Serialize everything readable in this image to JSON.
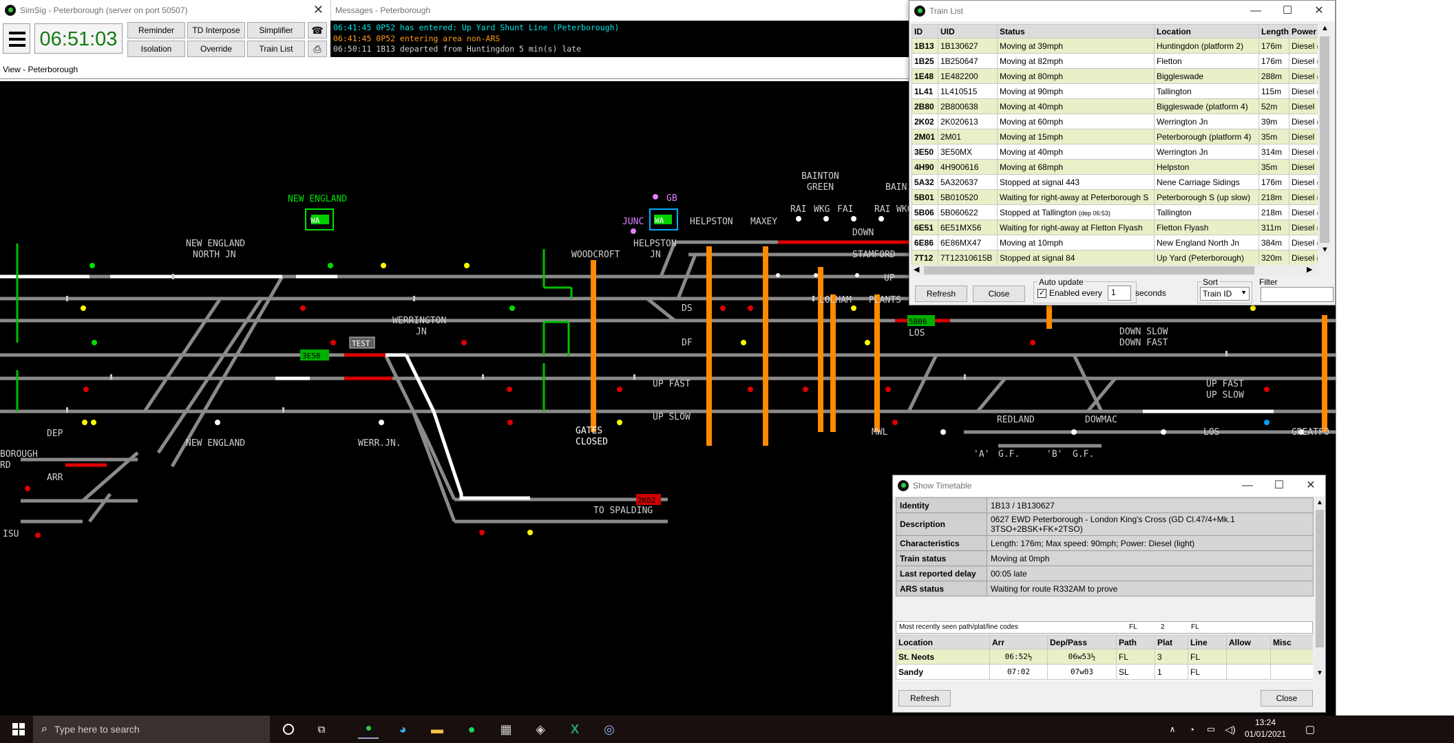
{
  "main_window": {
    "title": "SimSig - Peterborough (server on port 50507)",
    "clock": "06:51:03",
    "buttons": {
      "reminder": "Reminder",
      "td_interpose": "TD Interpose",
      "simplifier": "Simplifier",
      "isolation": "Isolation",
      "override": "Override",
      "train_list": "Train List"
    },
    "view_label": "View - Peterborough"
  },
  "messages_window": {
    "title": "Messages - Peterborough",
    "lines": [
      {
        "text": "06:41:45 0P52 has entered: Up Yard Shunt Line (Peterborough)",
        "color": "#00e5e5"
      },
      {
        "text": "06:41:45 0P52 entering area non-ARS",
        "color": "#ff9a1a"
      },
      {
        "text": "06:50:11 1B13 departed from Huntingdon 5 min(s) late",
        "color": "#d0d0d0"
      }
    ]
  },
  "train_list": {
    "title": "Train List",
    "columns": [
      "ID",
      "UID",
      "Status",
      "Location",
      "Length",
      "Power"
    ],
    "rows": [
      {
        "id": "1B13",
        "uid": "1B130627",
        "status": "Moving at 39mph",
        "location": "Huntingdon (platform 2)",
        "length": "176m",
        "power": "Diesel (li",
        "hl": true
      },
      {
        "id": "1B25",
        "uid": "1B250647",
        "status": "Moving at 82mph",
        "location": "Fletton",
        "length": "176m",
        "power": "Diesel (li",
        "hl": false
      },
      {
        "id": "1E48",
        "uid": "1E482200",
        "status": "Moving at 80mph",
        "location": "Biggleswade",
        "length": "288m",
        "power": "Diesel (li",
        "hl": true
      },
      {
        "id": "1L41",
        "uid": "1L410515",
        "status": "Moving at 90mph",
        "location": "Tallington",
        "length": "115m",
        "power": "Diesel (li",
        "hl": false
      },
      {
        "id": "2B80",
        "uid": "2B800638",
        "status": "Moving at 40mph",
        "location": "Biggleswade (platform 4)",
        "length": "52m",
        "power": "Diesel",
        "hl": true
      },
      {
        "id": "2K02",
        "uid": "2K020613",
        "status": "Moving at 60mph",
        "location": "Werrington Jn",
        "length": "39m",
        "power": "Diesel (li",
        "hl": false
      },
      {
        "id": "2M01",
        "uid": "2M01",
        "status": "Moving at 15mph",
        "location": "Peterborough (platform 4)",
        "length": "35m",
        "power": "Diesel",
        "hl": true
      },
      {
        "id": "3E50",
        "uid": "3E50MX",
        "status": "Moving at 40mph",
        "location": "Werrington Jn",
        "length": "314m",
        "power": "Diesel (li",
        "hl": false
      },
      {
        "id": "4H90",
        "uid": "4H900616",
        "status": "Moving at 68mph",
        "location": "Helpston",
        "length": "35m",
        "power": "Diesel",
        "hl": true
      },
      {
        "id": "5A32",
        "uid": "5A320637",
        "status": "Stopped at signal 443",
        "location": "Nene Carriage Sidings",
        "length": "176m",
        "power": "Diesel (li",
        "hl": false
      },
      {
        "id": "5B01",
        "uid": "5B010520",
        "status": "Waiting for right-away at Peterborough S",
        "location": "Peterborough S (up slow)",
        "length": "218m",
        "power": "Diesel (li",
        "hl": true
      },
      {
        "id": "5B06",
        "uid": "5B060622",
        "status": "Stopped at Tallington",
        "status_small": "(dep 06:53)",
        "location": "Tallington",
        "length": "218m",
        "power": "Diesel (li",
        "hl": false
      },
      {
        "id": "6E51",
        "uid": "6E51MX56",
        "status": "Waiting for right-away at Fletton Flyash",
        "location": "Fletton Flyash",
        "length": "311m",
        "power": "Diesel (h",
        "hl": true
      },
      {
        "id": "6E86",
        "uid": "6E86MX47",
        "status": "Moving at 10mph",
        "location": "New England North Jn",
        "length": "384m",
        "power": "Diesel (li",
        "hl": false
      },
      {
        "id": "7T12",
        "uid": "7T12310615B",
        "status": "Stopped at signal 84",
        "location": "Up Yard (Peterborough)",
        "length": "320m",
        "power": "Diesel (li",
        "hl": true
      }
    ],
    "refresh": "Refresh",
    "close": "Close",
    "auto_update_label": "Auto update",
    "enabled_every": "Enabled every",
    "interval": "1",
    "seconds": "seconds",
    "sort_label": "Sort",
    "sort_value": "Train ID",
    "filter_label": "Filter"
  },
  "timetable": {
    "title": "Show Timetable",
    "fields": [
      {
        "k": "Identity",
        "v": "1B13 / 1B130627"
      },
      {
        "k": "Description",
        "v": "0627 EWD Peterborough - London King's Cross (GD Cl.47/4+Mk.1 3TSO+2BSK+FK+2TSO)"
      },
      {
        "k": "Characteristics",
        "v": "Length: 176m; Max speed: 90mph; Power: Diesel (light)"
      },
      {
        "k": "Train status",
        "v": "Moving at 0mph"
      },
      {
        "k": "Last reported delay",
        "v": "00:05 late"
      },
      {
        "k": "ARS status",
        "v": "Waiting for route R332AM to prove"
      }
    ],
    "codes_label": "Most recently seen path/plat/line codes",
    "codes": [
      "FL",
      "2",
      "FL"
    ],
    "columns": [
      "Location",
      "Arr",
      "Dep/Pass",
      "Path",
      "Plat",
      "Line",
      "Allow",
      "Misc"
    ],
    "rows": [
      {
        "location": "St. Neots",
        "arr": "06:52½",
        "dep": "06w53½",
        "path": "FL",
        "plat": "3",
        "line": "FL",
        "allow": "",
        "misc": "",
        "hl": true
      },
      {
        "location": "Sandy",
        "arr": "07:02",
        "dep": "07w03",
        "path": "SL",
        "plat": "1",
        "line": "FL",
        "allow": "",
        "misc": "",
        "hl": false
      }
    ],
    "refresh": "Refresh",
    "close": "Close"
  },
  "signal_box": {
    "labels": {
      "new_england_box": "NEW ENGLAND",
      "wa1": "WA",
      "new_england_north_jn_1": "NEW ENGLAND",
      "new_england_north_jn_2": "NORTH JN",
      "werrington_1": "WERRINGTON",
      "werrington_2": "JN",
      "woodcroft": "WOODCROFT",
      "helpston_1": "HELPSTON",
      "helpston_2": "JN",
      "helpston": "HELPSTON",
      "maxey": "MAXEY",
      "bainton_1": "BAINTON",
      "bainton_2": "GREEN",
      "bain": "BAIN",
      "junc": "JUNC",
      "gb": "GB",
      "wa2": "WA",
      "rai1": "RAI",
      "wkg1": "WKG",
      "fai": "FAI",
      "rai2": "RAI",
      "wkg2": "WKG",
      "down_dir": "DOWN",
      "stamford": "STAMFORD",
      "up_dir": "UP",
      "lolham": "LOLHAM",
      "plants": "PLANTS",
      "los1": "LOS",
      "down_slow": "DOWN SLOW",
      "down_fast": "DOWN FAST",
      "up_fast_1": "UP FAST",
      "up_slow_1": "UP SLOW",
      "up_fast_2": "UP FAST",
      "up_slow_2": "UP SLOW",
      "ds": "DS",
      "df": "DF",
      "gates_1": "GATES",
      "gates_2": "CLOSED",
      "redland": "REDLAND",
      "dowmac": "DOWMAC",
      "mwl": "MWL",
      "los2": "LOS",
      "greatfo": "GREATFO",
      "a_lbl": "'A'",
      "gf1": "G.F.",
      "b_lbl": "'B'",
      "gf2": "G.F.",
      "dep": "DEP",
      "arr": "ARR",
      "borough": "BOROUGH",
      "rd": "RD",
      "isu": "ISU",
      "new_england": "NEW ENGLAND",
      "werr_jn": "WERR.JN.",
      "to_spalding": "TO SPALDING",
      "berth_3e50": "3E50",
      "berth_test": "TEST",
      "berth_5b06": "5B06",
      "berth_2k02": "2K02"
    }
  },
  "taskbar": {
    "search_placeholder": "Type here to search",
    "time": "13:24",
    "date": "01/01/2021"
  }
}
